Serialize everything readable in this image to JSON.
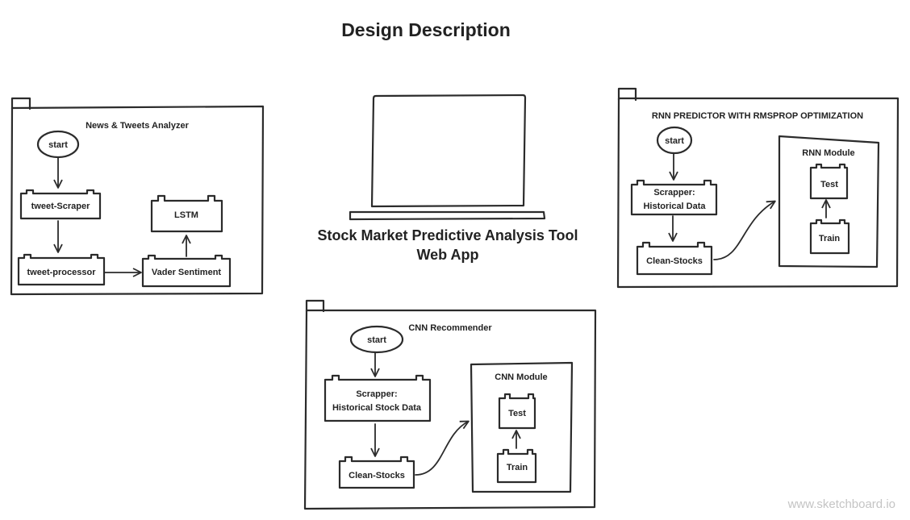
{
  "title": "Design Description",
  "center": {
    "line1": "Stock Market Predictive Analysis Tool",
    "line2": "Web App"
  },
  "news_panel": {
    "title": "News & Tweets Analyzer",
    "start": "start",
    "scraper": "tweet-Scraper",
    "processor": "tweet-processor",
    "vader": "Vader Sentiment",
    "lstm": "LSTM"
  },
  "rnn_panel": {
    "title": "RNN PREDICTOR WITH RMSPROP OPTIMIZATION",
    "start": "start",
    "scrapper_line1": "Scrapper:",
    "scrapper_line2": "Historical Data",
    "clean": "Clean-Stocks",
    "module_title": "RNN Module",
    "test": "Test",
    "train": "Train"
  },
  "cnn_panel": {
    "title": "CNN Recommender",
    "start": "start",
    "scrapper_line1": "Scrapper:",
    "scrapper_line2": "Historical Stock Data",
    "clean": "Clean-Stocks",
    "module_title": "CNN Module",
    "test": "Test",
    "train": "Train"
  },
  "watermark": "www.sketchboard.io"
}
